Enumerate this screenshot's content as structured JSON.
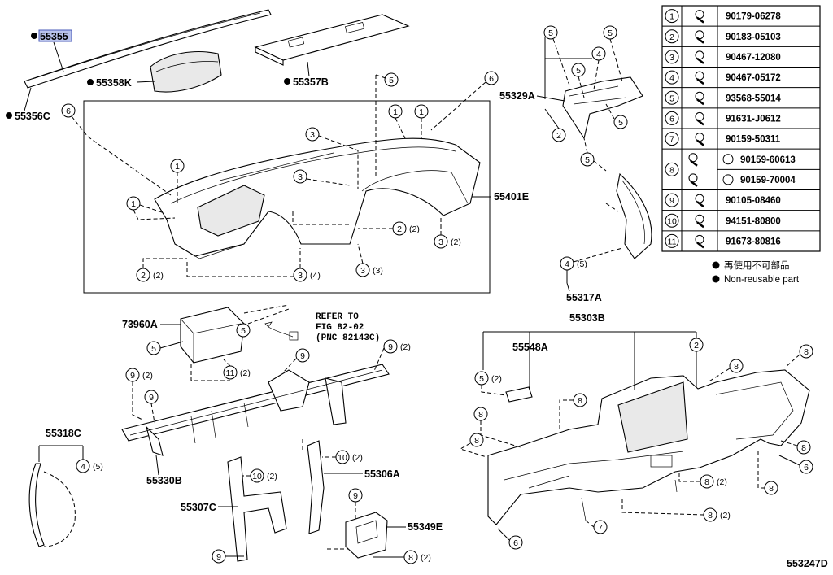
{
  "diagram": {
    "figure_code": "553247D",
    "parts": {
      "p55355": "55355",
      "p55356C": "55356C",
      "p55358K": "55358K",
      "p55357B": "55357B",
      "p55329A": "55329A",
      "p55401E": "55401E",
      "p55317A": "55317A",
      "p73960A": "73960A",
      "p55303B": "55303B",
      "p55548A": "55548A",
      "p55318C": "55318C",
      "p55330B": "55330B",
      "p55306A": "55306A",
      "p55307C": "55307C",
      "p55349E": "55349E"
    },
    "refer_note": [
      "REFER TO",
      "FIG 82-02",
      "(PNC 82143C)"
    ],
    "qty": {
      "q2": "(2)",
      "q3": "(3)",
      "q4": "(4)",
      "q5": "(5)"
    }
  },
  "fastener_table": {
    "rows": [
      {
        "num": "1",
        "codes": [
          "90179-06278"
        ]
      },
      {
        "num": "2",
        "codes": [
          "90183-05103"
        ]
      },
      {
        "num": "3",
        "codes": [
          "90467-12080"
        ]
      },
      {
        "num": "4",
        "codes": [
          "90467-05172"
        ]
      },
      {
        "num": "5",
        "codes": [
          "93568-55014"
        ]
      },
      {
        "num": "6",
        "codes": [
          "91631-J0612"
        ]
      },
      {
        "num": "7",
        "codes": [
          "90159-50311"
        ]
      },
      {
        "num": "8",
        "codes": [
          "90159-60613",
          "90159-70004"
        ]
      },
      {
        "num": "9",
        "codes": [
          "90105-08460"
        ]
      },
      {
        "num": "10",
        "codes": [
          "94151-80800"
        ]
      },
      {
        "num": "11",
        "codes": [
          "91673-80816"
        ]
      }
    ]
  },
  "legend": {
    "jp": "再使用不可部品",
    "en": "Non-reusable part"
  }
}
